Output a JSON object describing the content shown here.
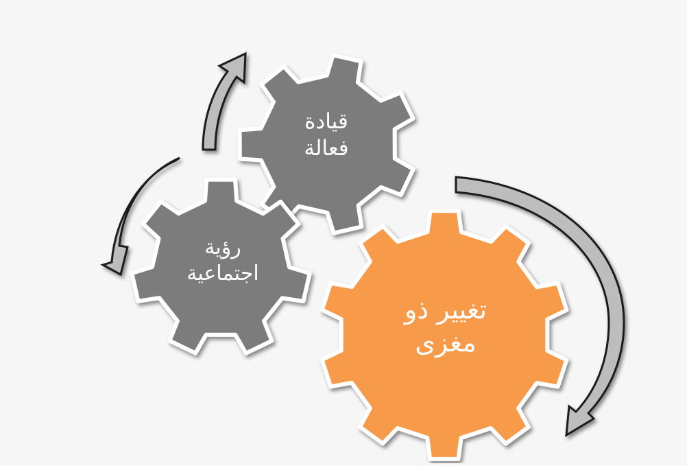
{
  "colors": {
    "background": "#f6f6f6",
    "gear_gray": "#7b7b7b",
    "gear_orange": "#f79a4a",
    "gear_outline": "#ffffff",
    "arrow_fill": "#bdbdbd",
    "arrow_stroke": "#1a1a1a"
  },
  "gears": {
    "leadership": {
      "line1": "قيادة",
      "line2": "فعالة",
      "color": "#7b7b7b",
      "teeth": 7
    },
    "vision": {
      "line1": "رؤية",
      "line2": "اجتماعية",
      "color": "#7b7b7b",
      "teeth": 7
    },
    "change": {
      "line1": "تغيير ذو",
      "line2": "مغزى",
      "color": "#f79a4a",
      "teeth": 10
    }
  },
  "arrows": [
    {
      "id": "arrow-top-left",
      "icon": "curved-arrow-icon"
    },
    {
      "id": "arrow-left",
      "icon": "curved-arrow-icon"
    },
    {
      "id": "arrow-right",
      "icon": "curved-arrow-icon"
    }
  ]
}
